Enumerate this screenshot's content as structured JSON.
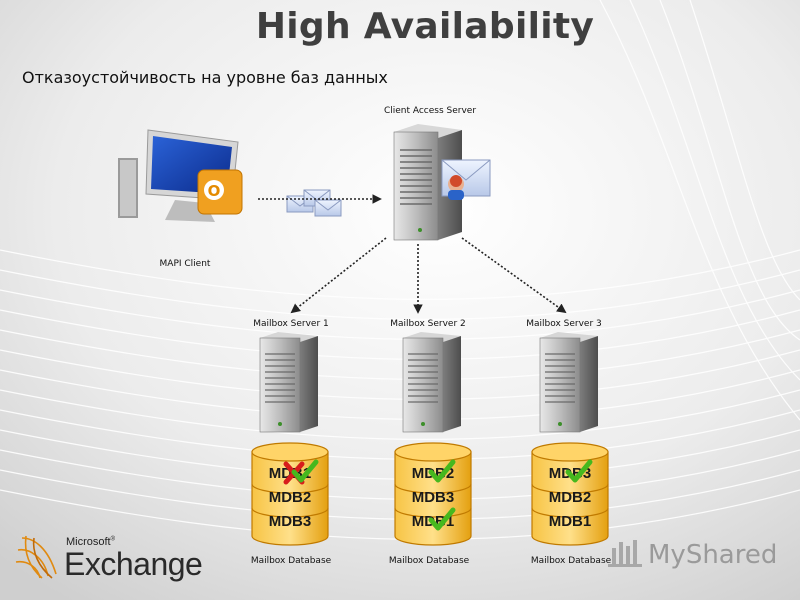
{
  "slide": {
    "title": "High Availability",
    "subtitle": "Отказоустойчивость на уровне баз данных"
  },
  "nodes": {
    "cas_label": "Client Access Server",
    "client_label": "MAPI Client",
    "mailbox_servers": [
      "Mailbox Server 1",
      "Mailbox Server 2",
      "Mailbox Server 3"
    ],
    "database_label": "Mailbox Database"
  },
  "databases": [
    {
      "rows": [
        "MDB1",
        "MDB2",
        "MDB3"
      ],
      "marks": [
        "cross",
        "none",
        "none"
      ],
      "mark_overlays": [
        "check",
        "none",
        "none"
      ]
    },
    {
      "rows": [
        "MDB2",
        "MDB3",
        "MDB1"
      ],
      "marks": [
        "check",
        "none",
        "check"
      ],
      "mark_overlays": [
        "none",
        "none",
        "none"
      ]
    },
    {
      "rows": [
        "MDB3",
        "MDB2",
        "MDB1"
      ],
      "marks": [
        "check",
        "none",
        "none"
      ],
      "mark_overlays": [
        "none",
        "none",
        "none"
      ]
    }
  ],
  "logo": {
    "brand": "Microsoft",
    "product": "Exchange"
  },
  "watermark": "MyShared",
  "colors": {
    "db_fill": "#f0b020",
    "db_edge": "#c07a00",
    "check": "#46b81e",
    "cross": "#d81c1c",
    "arrow": "#222222"
  }
}
